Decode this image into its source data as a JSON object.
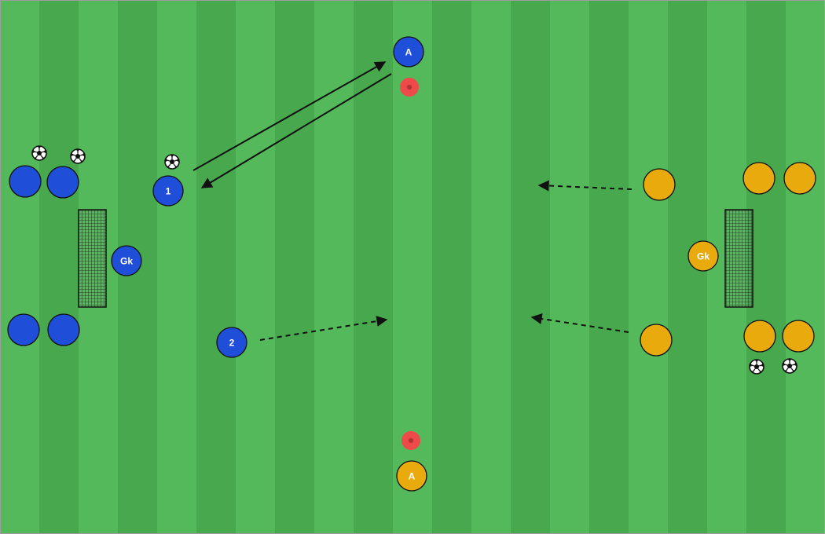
{
  "colors": {
    "stripe_light": "#54b95a",
    "stripe_dark": "#48a84e",
    "border": "#9e9e9e",
    "team_blue": "#1f4fd8",
    "team_yellow": "#e8aa0c",
    "cone": "#ef4a4a",
    "arrow": "#111111"
  },
  "players": {
    "blue_a": {
      "label": "A"
    },
    "blue_1": {
      "label": "1"
    },
    "blue_2": {
      "label": "2"
    },
    "blue_gk": {
      "label": "Gk"
    },
    "yellow_a": {
      "label": "A"
    },
    "yellow_gk": {
      "label": "Gk"
    }
  },
  "icons": {
    "ball": "soccer-ball-icon",
    "cone": "cone-icon",
    "goal": "goal-net"
  }
}
